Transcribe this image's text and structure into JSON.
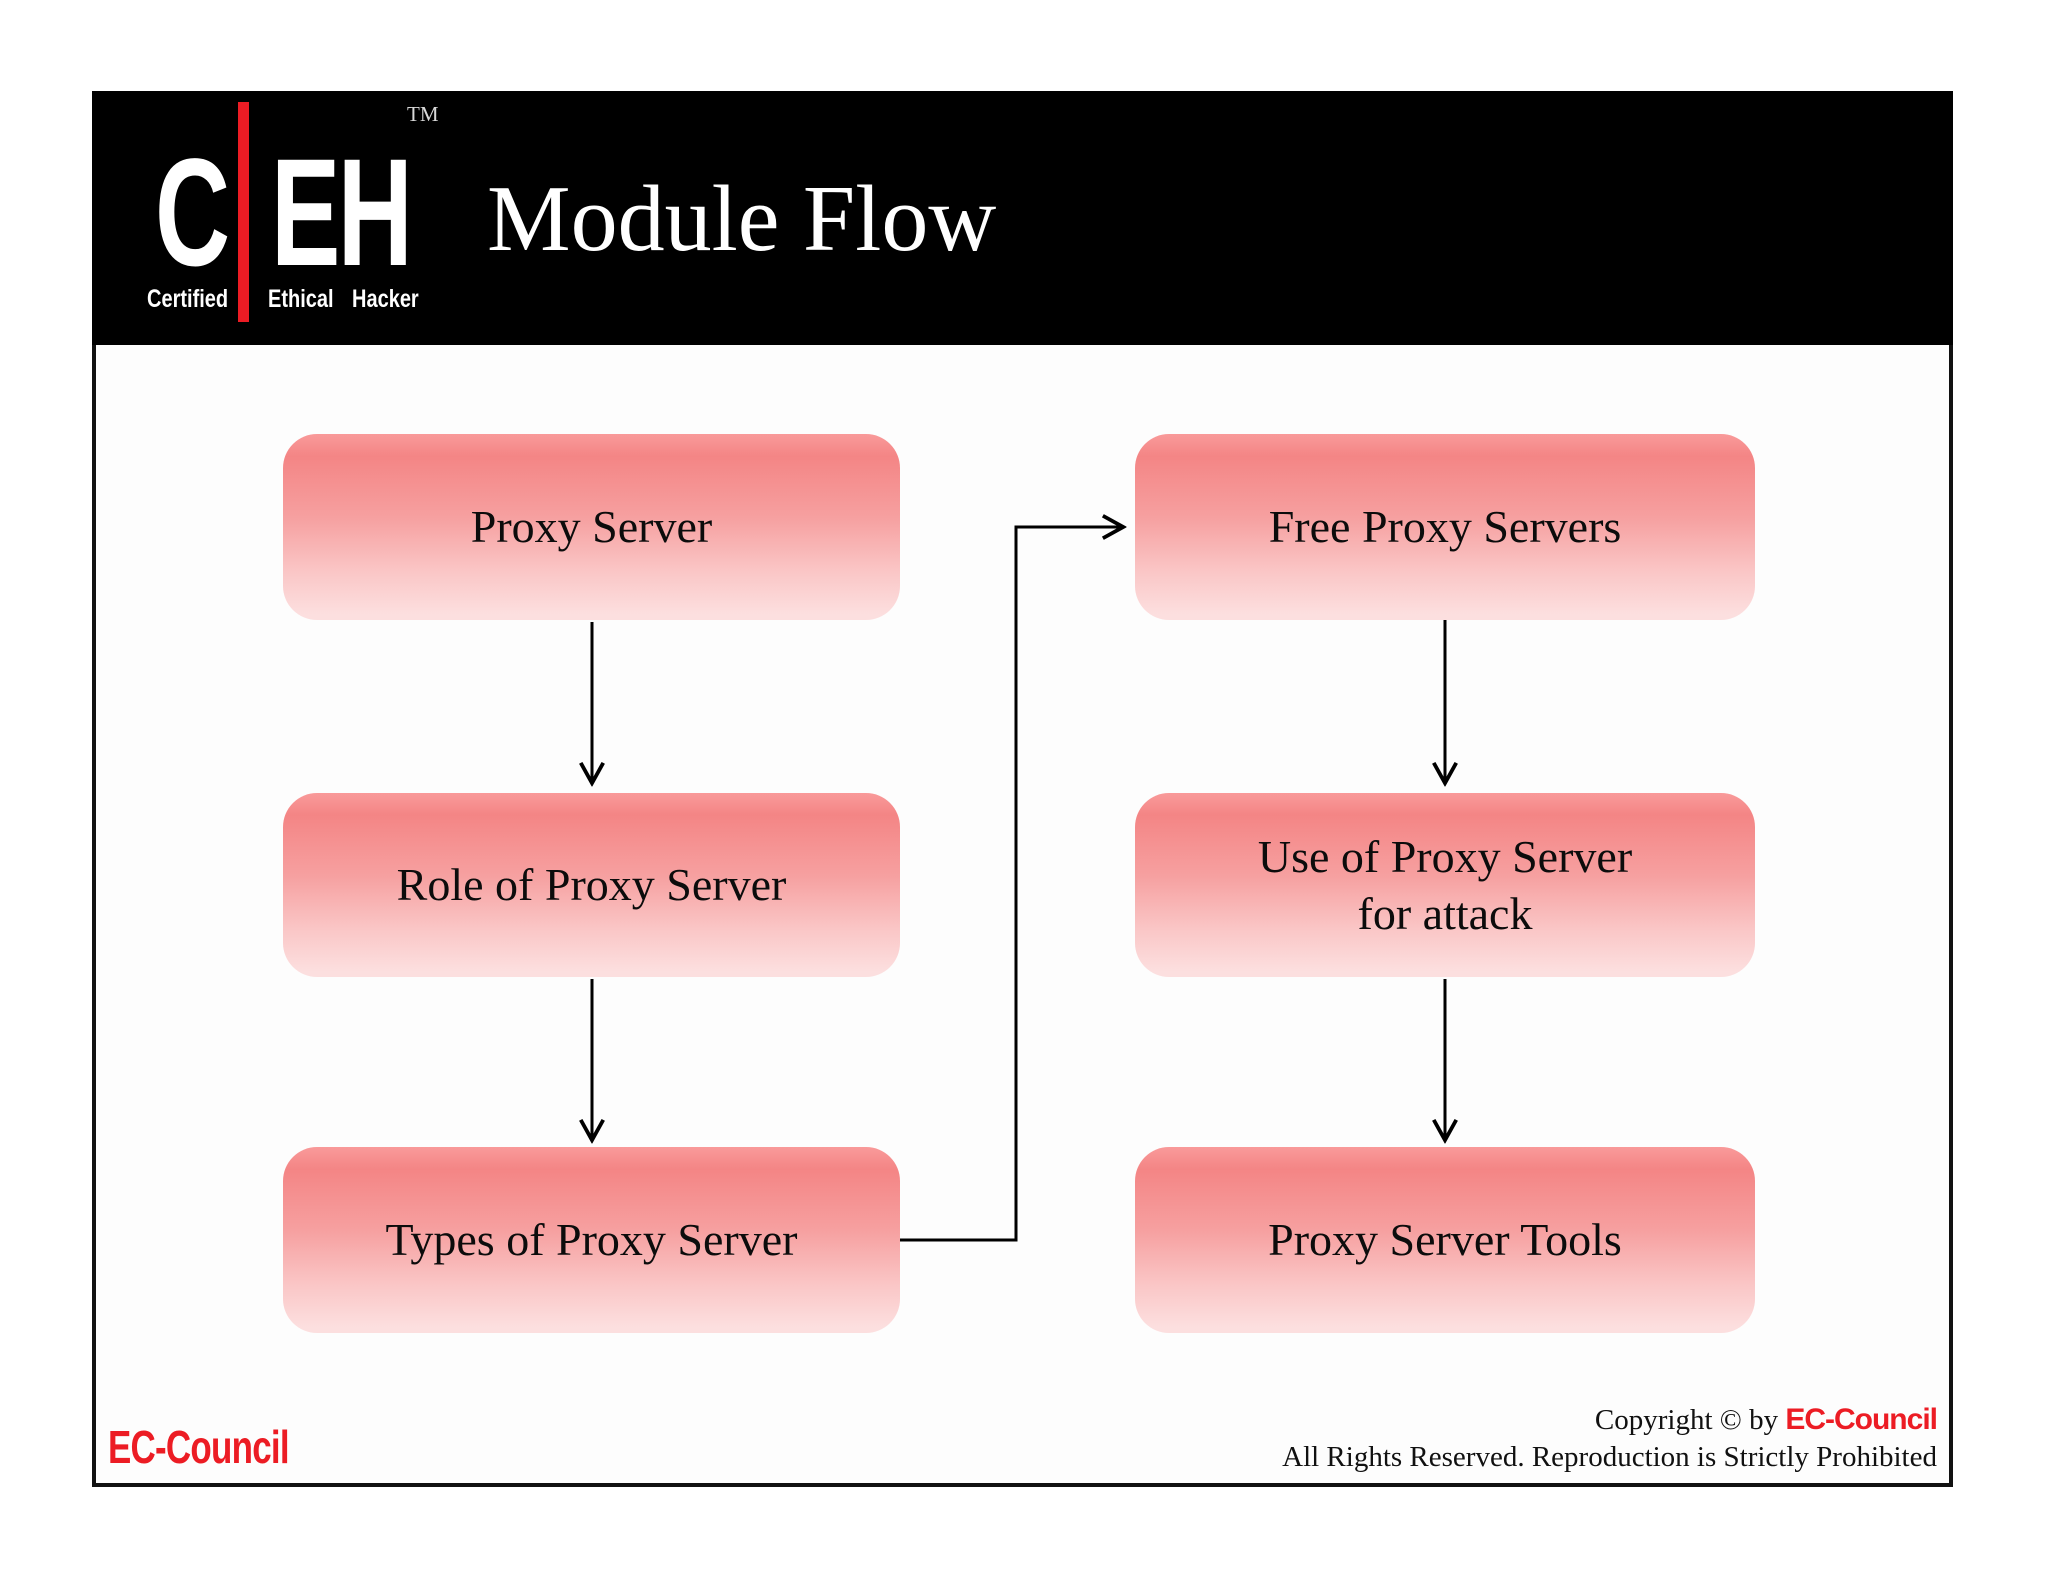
{
  "slide": {
    "header": {
      "title": "Module Flow",
      "logo": {
        "c": "C",
        "eh": "EH",
        "tm": "TM",
        "words": [
          "Certified",
          "Ethical",
          "Hacker"
        ]
      }
    },
    "flow": {
      "boxes": [
        {
          "id": "proxy-server",
          "label": "Proxy Server",
          "column": "left",
          "row": 1
        },
        {
          "id": "role-of-proxy-server",
          "label": "Role of Proxy Server",
          "column": "left",
          "row": 2
        },
        {
          "id": "types-of-proxy-server",
          "label": "Types of Proxy Server",
          "column": "left",
          "row": 3
        },
        {
          "id": "free-proxy-servers",
          "label": "Free Proxy Servers",
          "column": "right",
          "row": 1
        },
        {
          "id": "use-of-proxy-for-attack",
          "label": "Use of Proxy Server\nfor attack",
          "column": "right",
          "row": 2
        },
        {
          "id": "proxy-server-tools",
          "label": "Proxy Server Tools",
          "column": "right",
          "row": 3
        }
      ],
      "connections": [
        {
          "from": "Proxy Server",
          "to": "Role of Proxy Server",
          "type": "straight-down"
        },
        {
          "from": "Role of Proxy Server",
          "to": "Types of Proxy Server",
          "type": "straight-down"
        },
        {
          "from": "Types of Proxy Server",
          "to": "Free Proxy Servers",
          "type": "elbow-right-up"
        },
        {
          "from": "Free Proxy Servers",
          "to": "Use of Proxy Server for attack",
          "type": "straight-down"
        },
        {
          "from": "Use of Proxy Server for attack",
          "to": "Proxy Server Tools",
          "type": "straight-down"
        }
      ]
    },
    "footer": {
      "brand": "EC-Council",
      "copyright_prefix": "Copyright © by ",
      "copyright_brand": "EC-Council",
      "copyright_line2": "All Rights Reserved. Reproduction is Strictly Prohibited"
    }
  },
  "colors": {
    "header_bg": "#000000",
    "accent_red": "#ec1c24",
    "box_gradient_top": "#f48585",
    "box_gradient_bottom": "#fcdfdf",
    "connector": "#000000",
    "slide_border": "#111111"
  }
}
